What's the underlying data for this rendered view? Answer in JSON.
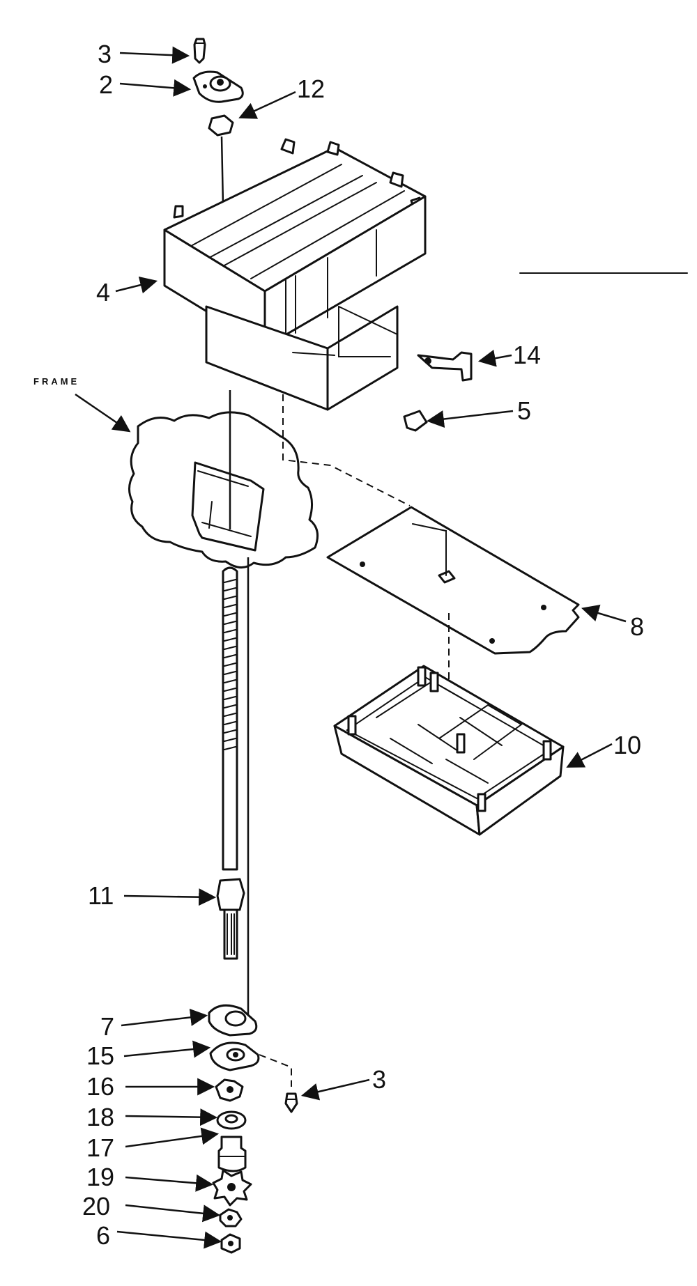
{
  "callouts": {
    "c3_top": "3",
    "c2": "2",
    "c12": "12",
    "c4": "4",
    "c14": "14",
    "c5": "5",
    "frame": "FRAME",
    "c8": "8",
    "c10": "10",
    "c11": "11",
    "c7": "7",
    "c15": "15",
    "c16": "16",
    "c18": "18",
    "c17": "17",
    "c19": "19",
    "c20": "20",
    "c6": "6",
    "c3_bottom": "3"
  }
}
